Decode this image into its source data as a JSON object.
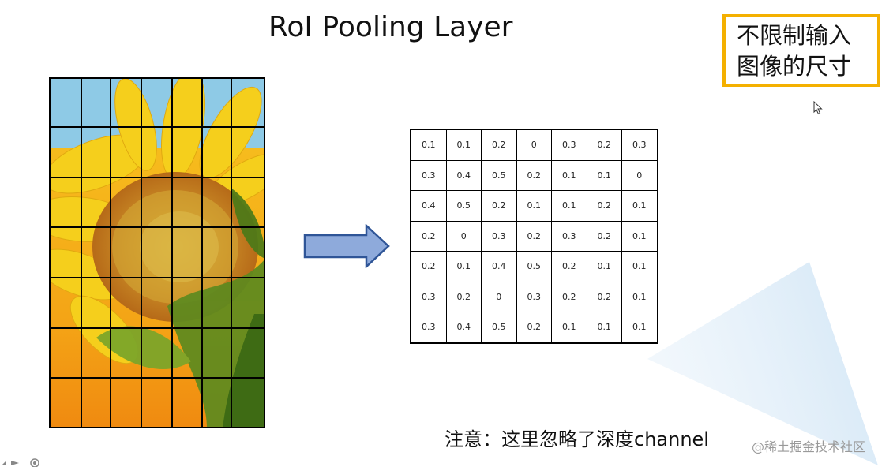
{
  "title": "RoI Pooling Layer",
  "note_box": {
    "line1": "不限制输入",
    "line2": "图像的尺寸",
    "border_color": "#f4b000"
  },
  "input_image": {
    "description_icon": "sunflower-photo",
    "rows": 7,
    "cols": 7
  },
  "arrow": {
    "fill_color": "#8eaadb",
    "stroke_color": "#2f5597",
    "icon": "right-arrow-icon"
  },
  "pooled_matrix": [
    [
      "0.1",
      "0.1",
      "0.2",
      "0",
      "0.3",
      "0.2",
      "0.3"
    ],
    [
      "0.3",
      "0.4",
      "0.5",
      "0.2",
      "0.1",
      "0.1",
      "0"
    ],
    [
      "0.4",
      "0.5",
      "0.2",
      "0.1",
      "0.1",
      "0.2",
      "0.1"
    ],
    [
      "0.2",
      "0",
      "0.3",
      "0.2",
      "0.3",
      "0.2",
      "0.1"
    ],
    [
      "0.2",
      "0.1",
      "0.4",
      "0.5",
      "0.2",
      "0.1",
      "0.1"
    ],
    [
      "0.3",
      "0.2",
      "0",
      "0.3",
      "0.2",
      "0.2",
      "0.1"
    ],
    [
      "0.3",
      "0.4",
      "0.5",
      "0.2",
      "0.1",
      "0.1",
      "0.1"
    ]
  ],
  "footnote": "注意：这里忽略了深度channel",
  "watermark": "@稀土掘金技术社区"
}
